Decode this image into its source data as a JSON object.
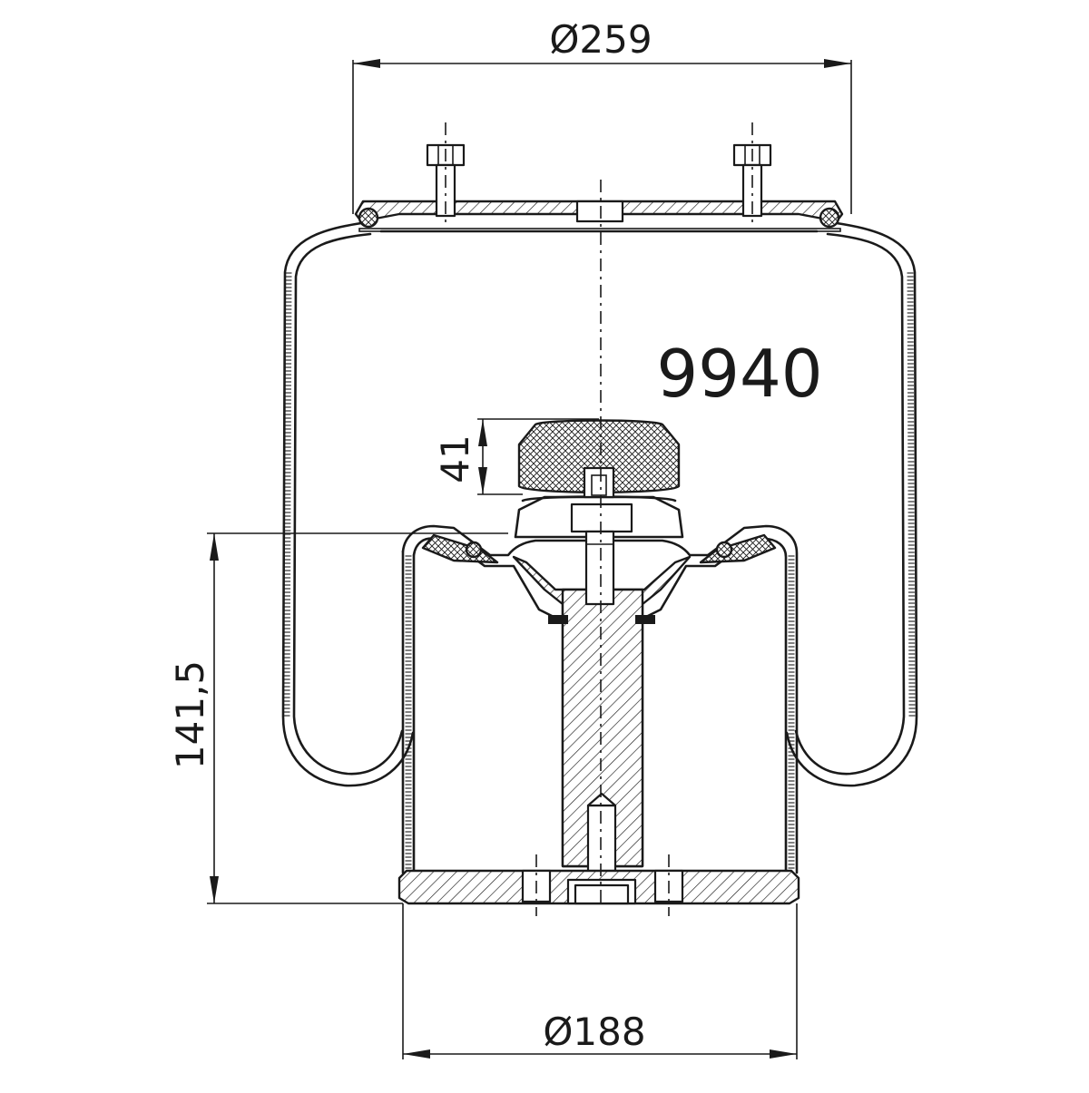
{
  "drawing": {
    "part_number": "9940",
    "dimensions": {
      "top_diameter": "Ø259",
      "bottom_diameter": "Ø188",
      "height": "141,5",
      "bumper_height": "41"
    }
  }
}
